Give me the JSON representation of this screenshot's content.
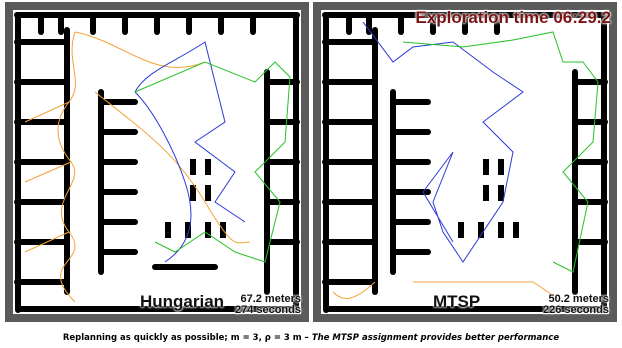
{
  "panels": [
    {
      "method": "Hungarian",
      "distance": "67.2 meters",
      "time": "274 seconds"
    },
    {
      "method": "MTSP",
      "distance": "50.2 meters",
      "time": "226 seconds"
    }
  ],
  "overlay": {
    "exploration_time": "Exploration time 06:29.2"
  },
  "caption": {
    "prefix": "Replanning as quickly as possible;",
    "params": "m = 3, ρ = 3 m",
    "conclusion": "– The MTSP assignment provides better performance"
  },
  "colors": {
    "wall": "#000000",
    "border": "#5a5a5a",
    "free_space": "#ffffff",
    "robot1_path": "#f2a33a",
    "robot2_path": "#2a3ad8",
    "robot3_path": "#27c227",
    "exploration_time_text": "#7a1414"
  }
}
